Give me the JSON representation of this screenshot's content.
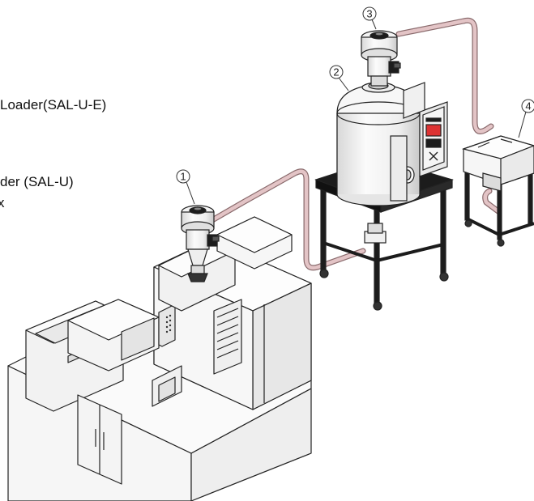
{
  "legend": {
    "item_a": "Loader(SAL-U-E)",
    "item_b": "der (SAL-U)",
    "item_c": "x"
  },
  "callouts": {
    "one": "1",
    "two": "2",
    "three": "3",
    "four": "4"
  },
  "icons": {
    "dryer_panel_mark": "cross-logo"
  },
  "colors": {
    "pipe": "#e3c4c6",
    "pipe_edge": "#8a6b6d",
    "line": "#222222",
    "dark_fill": "#1c1c1c",
    "light_fill": "#f4f4f4",
    "panel_fill": "#e9e9e9"
  }
}
